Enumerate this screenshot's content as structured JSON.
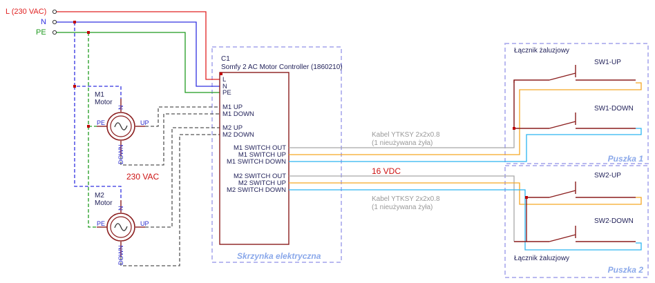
{
  "mains": {
    "l": "L (230 VAC)",
    "n": "N",
    "pe": "PE"
  },
  "controller": {
    "ref": "C1",
    "name": "Somfy 2 AC Motor Controller (1860210)",
    "pins_left": [
      "L",
      "N",
      "PE",
      "M1 UP",
      "M1 DOWN",
      "M2 UP",
      "M2 DOWN"
    ],
    "pins_right": [
      "M1 SWITCH OUT",
      "M1 SWITCH UP",
      "M1 SWITCH DOWN",
      "M2 SWITCH OUT",
      "M2 SWITCH UP",
      "M2 SWITCH DOWN"
    ],
    "box_title": "Skrzynka elektryczna"
  },
  "motors": [
    {
      "ref": "M1",
      "type": "Motor",
      "pin_n": "N",
      "pin_pe": "PE",
      "pin_up": "UP",
      "pin_down": "DOWN"
    },
    {
      "ref": "M2",
      "type": "Motor",
      "pin_n": "N",
      "pin_pe": "PE",
      "pin_up": "UP",
      "pin_down": "DOWN"
    }
  ],
  "voltage_ac": "230 VAC",
  "voltage_dc": "16 VDC",
  "cables": [
    {
      "line1": "Kabel YTKSY 2x2x0.8",
      "line2": "(1 nieużywana żyła)"
    },
    {
      "line1": "Kabel YTKSY 2x2x0.8",
      "line2": "(1 nieużywana żyła)"
    }
  ],
  "boxes": [
    {
      "title": "Puszka 1",
      "switch_label": "Łącznik żaluzjowy",
      "sw_up": "SW1-UP",
      "sw_down": "SW1-DOWN"
    },
    {
      "title": "Puszka 2",
      "switch_label": "Łącznik żaluzjowy",
      "sw_up": "SW2-UP",
      "sw_down": "SW2-DOWN"
    }
  ],
  "colors": {
    "live": "#e02020",
    "neutral": "#3030e0",
    "earth": "#1f9a1f",
    "motor_wire": "#555555",
    "component": "#8a1c1c",
    "enclosure": "#b9b9f0",
    "cable_grey": "#a8a8a8",
    "cable_orange": "#f5a623",
    "cable_blue": "#2bb5f0",
    "box_title": "#8aa8ea"
  }
}
